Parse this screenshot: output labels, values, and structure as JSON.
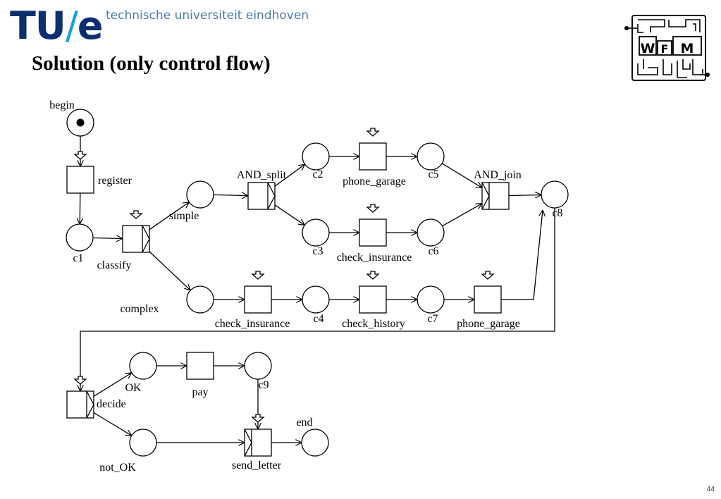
{
  "header": {
    "logo_tu": "TU",
    "logo_slash": "/",
    "logo_e": "e",
    "university": "technische universiteit eindhoven",
    "title": "Solution (only control flow)"
  },
  "wfm_logo": {
    "text_w": "W",
    "text_f": "F",
    "text_m": "M"
  },
  "page_number": "44",
  "places": [
    {
      "id": "begin",
      "label": "begin",
      "token": true
    },
    {
      "id": "c1",
      "label": "c1"
    },
    {
      "id": "simple",
      "label": "simple"
    },
    {
      "id": "complex",
      "label": "complex"
    },
    {
      "id": "c2",
      "label": "c2"
    },
    {
      "id": "c3",
      "label": "c3"
    },
    {
      "id": "c4",
      "label": "c4"
    },
    {
      "id": "c5",
      "label": "c5"
    },
    {
      "id": "c6",
      "label": "c6"
    },
    {
      "id": "c7",
      "label": "c7"
    },
    {
      "id": "c8",
      "label": "c8"
    },
    {
      "id": "ok",
      "label": "OK"
    },
    {
      "id": "not_ok",
      "label": "not_OK"
    },
    {
      "id": "c9",
      "label": "c9"
    },
    {
      "id": "end",
      "label": "end"
    }
  ],
  "transitions": [
    {
      "id": "register",
      "label": "register",
      "trigger": true
    },
    {
      "id": "classify",
      "label": "classify",
      "trigger": true,
      "split": "xor"
    },
    {
      "id": "and_split",
      "label": "AND_split",
      "split": "and"
    },
    {
      "id": "phone_garage_1",
      "label": "phone_garage",
      "trigger": true
    },
    {
      "id": "check_insurance_1",
      "label": "check_insurance",
      "trigger": true
    },
    {
      "id": "and_join",
      "label": "AND_join",
      "join": "and"
    },
    {
      "id": "check_insurance_2",
      "label": "check_insurance",
      "trigger": true
    },
    {
      "id": "check_history",
      "label": "check_history",
      "trigger": true
    },
    {
      "id": "phone_garage_2",
      "label": "phone_garage",
      "trigger": true
    },
    {
      "id": "decide",
      "label": "decide",
      "trigger": true,
      "split": "xor"
    },
    {
      "id": "pay",
      "label": "pay"
    },
    {
      "id": "send_letter",
      "label": "send_letter",
      "trigger": true,
      "join": "xor"
    }
  ],
  "arcs": [
    [
      "begin",
      "register"
    ],
    [
      "register",
      "c1"
    ],
    [
      "c1",
      "classify"
    ],
    [
      "classify",
      "simple"
    ],
    [
      "classify",
      "complex"
    ],
    [
      "simple",
      "and_split"
    ],
    [
      "and_split",
      "c2"
    ],
    [
      "and_split",
      "c3"
    ],
    [
      "c2",
      "phone_garage_1"
    ],
    [
      "c3",
      "check_insurance_1"
    ],
    [
      "phone_garage_1",
      "c5"
    ],
    [
      "check_insurance_1",
      "c6"
    ],
    [
      "c5",
      "and_join"
    ],
    [
      "c6",
      "and_join"
    ],
    [
      "and_join",
      "c8"
    ],
    [
      "complex",
      "check_insurance_2"
    ],
    [
      "check_insurance_2",
      "c4"
    ],
    [
      "c4",
      "check_history"
    ],
    [
      "check_history",
      "c7"
    ],
    [
      "c7",
      "phone_garage_2"
    ],
    [
      "phone_garage_2",
      "c8"
    ],
    [
      "c8",
      "decide"
    ],
    [
      "decide",
      "ok"
    ],
    [
      "decide",
      "not_ok"
    ],
    [
      "ok",
      "pay"
    ],
    [
      "pay",
      "c9"
    ],
    [
      "c9",
      "send_letter"
    ],
    [
      "not_ok",
      "send_letter"
    ],
    [
      "send_letter",
      "end"
    ]
  ]
}
